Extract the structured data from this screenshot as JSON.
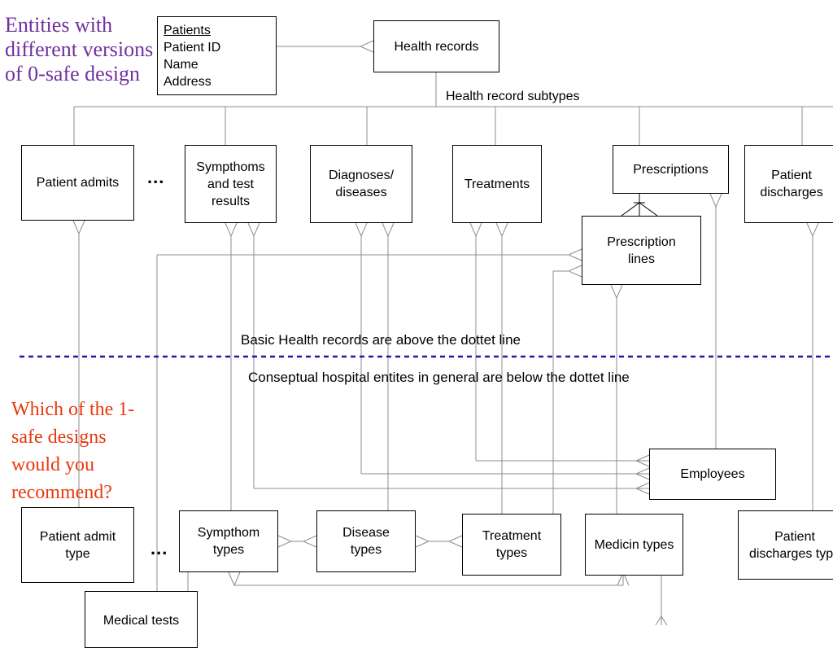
{
  "title": "Entities with different versions of 0-safe design",
  "question": "Which of the 1-safe designs would you recommend?",
  "patients_entity": {
    "name": "Patients",
    "attributes": [
      "Patient ID",
      "Name",
      "Address"
    ]
  },
  "entities": {
    "health_records": "Health records",
    "patient_admits": "Patient admits",
    "symptoms_results": "Sympthoms and test results",
    "diagnoses": "Diagnoses/ diseases",
    "treatments": "Treatments",
    "prescriptions": "Prescriptions",
    "patient_discharges": "Patient discharges",
    "prescription_lines": "Prescription lines",
    "employees": "Employees",
    "patient_admit_type": "Patient admit type",
    "symptom_types": "Sympthom types",
    "disease_types": "Disease types",
    "treatment_types": "Treatment types",
    "medicin_types": "Medicin types",
    "patient_discharges_type": "Patient discharges type",
    "medical_tests": "Medical tests"
  },
  "labels": {
    "subtypes": "Health record subtypes",
    "above_line": "Basic Health records are above the dottet line",
    "below_line": "Conseptual hospital entites in general are below the dottet line",
    "ellipsis": "..."
  },
  "colors": {
    "title": "#7030a0",
    "question": "#e8380d",
    "dotted_line": "#1a1aa6",
    "connector": "#8c8c8c"
  }
}
